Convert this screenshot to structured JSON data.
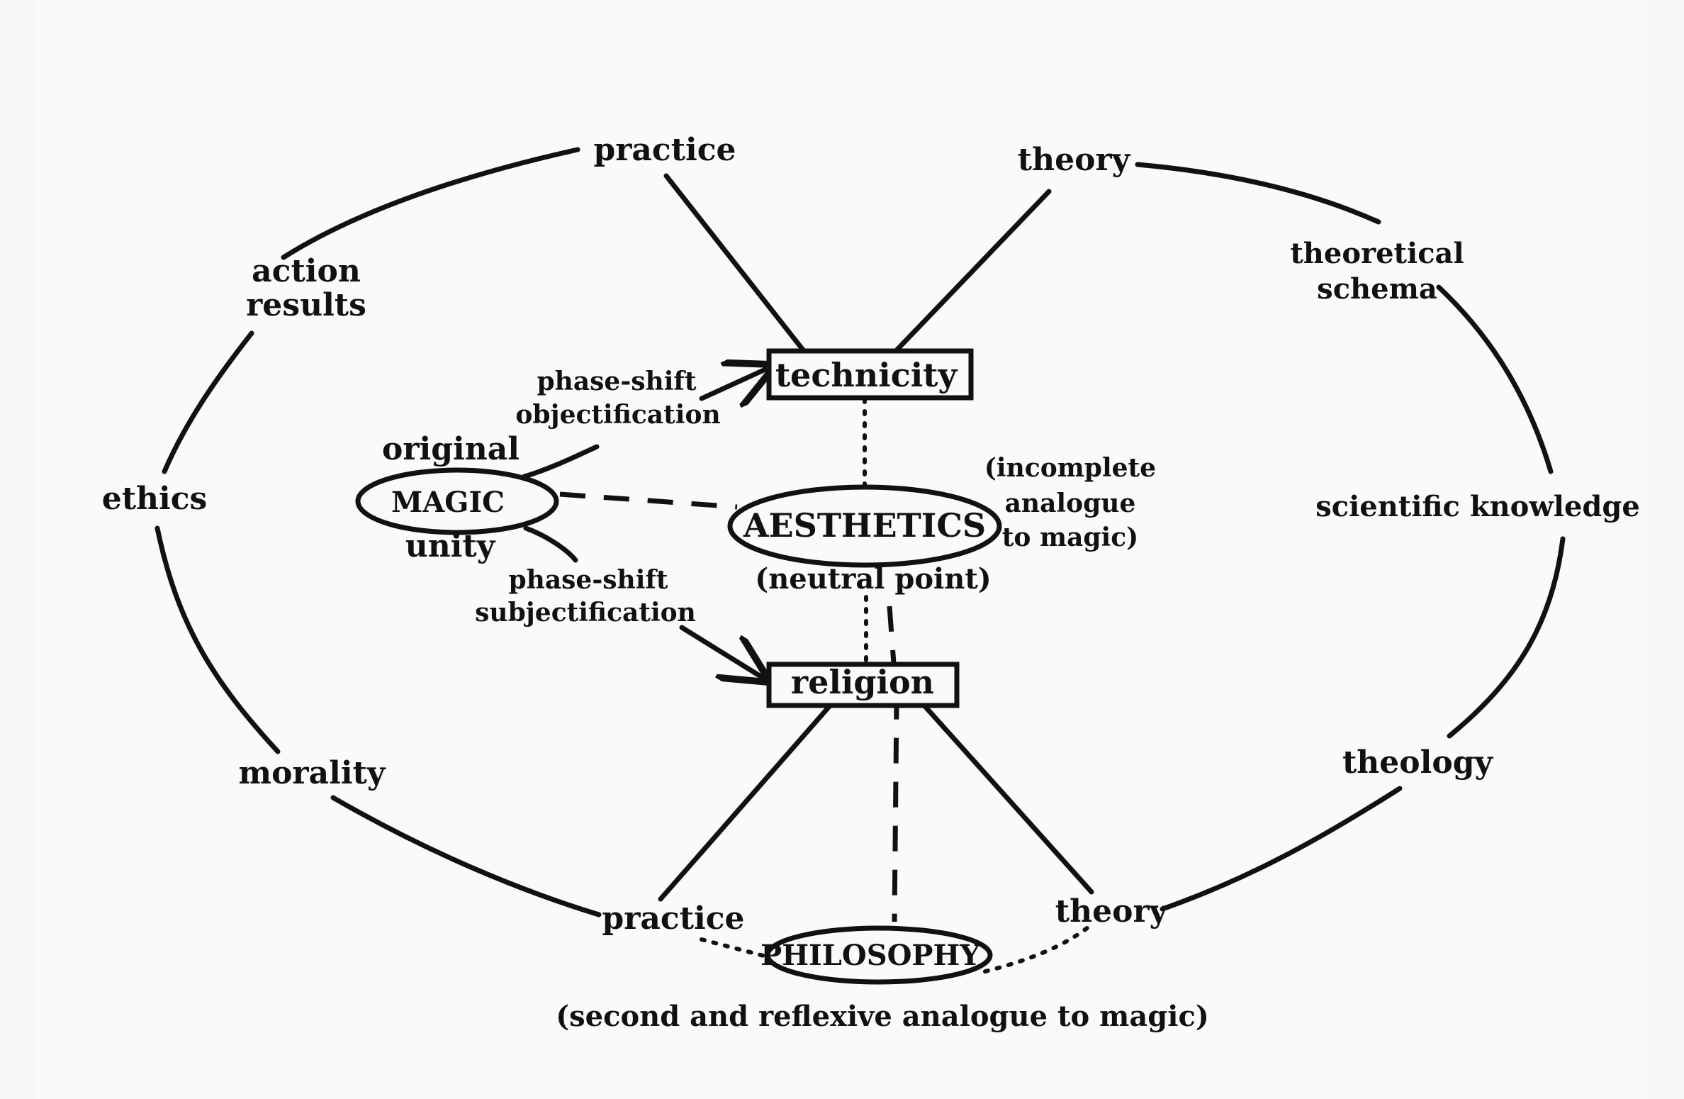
{
  "diagram": {
    "outer_left": {
      "top": "practice",
      "upper": [
        "action",
        "results"
      ],
      "middle": "ethics",
      "lower": "morality",
      "bottom": "practice"
    },
    "outer_right": {
      "top": "theory",
      "upper": [
        "theoretical",
        "schema"
      ],
      "middle": "scientific knowledge",
      "lower": "theology",
      "bottom": "theory"
    },
    "center": {
      "technicity": "technicity",
      "aesthetics": "AESTHETICS",
      "aesthetics_note": "(neutral point)",
      "aesthetics_side": [
        "(incomplete",
        "analogue",
        "to magic)"
      ],
      "religion": "religion",
      "philosophy": "PHILOSOPHY",
      "philosophy_note": "(second and reflexive analogue to magic)"
    },
    "magic": {
      "label": "MAGIC",
      "above": "original",
      "below": "unity",
      "upper_branch": [
        "phase-shift",
        "objectification"
      ],
      "lower_branch": [
        "phase-shift",
        "subjectification"
      ]
    }
  }
}
